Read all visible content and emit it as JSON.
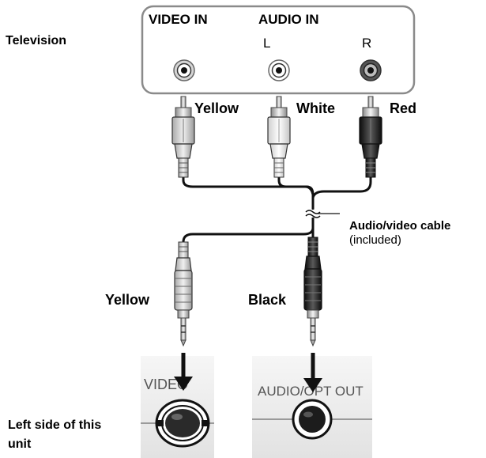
{
  "tv": {
    "label": "Television",
    "video_in": "VIDEO IN",
    "audio_in": "AUDIO IN",
    "left": "L",
    "right": "R"
  },
  "plugs_top": {
    "yellow": "Yellow",
    "white": "White",
    "red": "Red"
  },
  "cable": {
    "name": "Audio/video cable",
    "note": "(included)"
  },
  "plugs_bottom": {
    "yellow": "Yellow",
    "black": "Black"
  },
  "unit": {
    "video_jack": "VIDEO",
    "audio_jack": "AUDIO/OPT OUT",
    "side_line1": "Left side of this",
    "side_line2": "unit"
  },
  "colors": {
    "yellow_plug": "#d8d8d8",
    "white_plug": "#f4f4f4",
    "red_plug": "#222222",
    "black_plug": "#1a1a1a",
    "panel": "#e9e9e9",
    "cable": "#111111"
  }
}
